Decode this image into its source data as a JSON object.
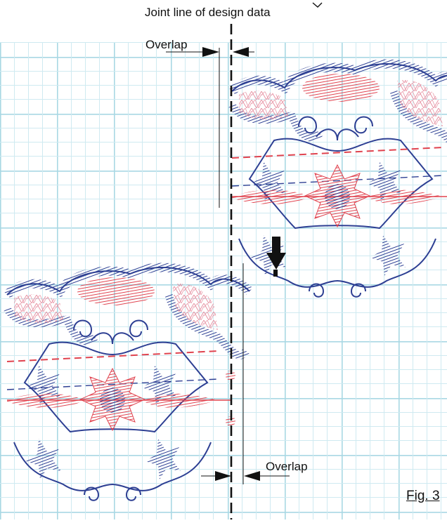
{
  "labels": {
    "joint_line": "Joint line of design data",
    "overlap_top": "Overlap",
    "overlap_bottom": "Overlap",
    "figure": "Fig. 3"
  },
  "colors": {
    "grid": "#b9dfe8",
    "thread_blue": "#2d3f93",
    "thread_red": "#e0434f",
    "thread_pink": "#e58a9c",
    "thread_purple": "#8f5fae",
    "ink": "#111111"
  }
}
